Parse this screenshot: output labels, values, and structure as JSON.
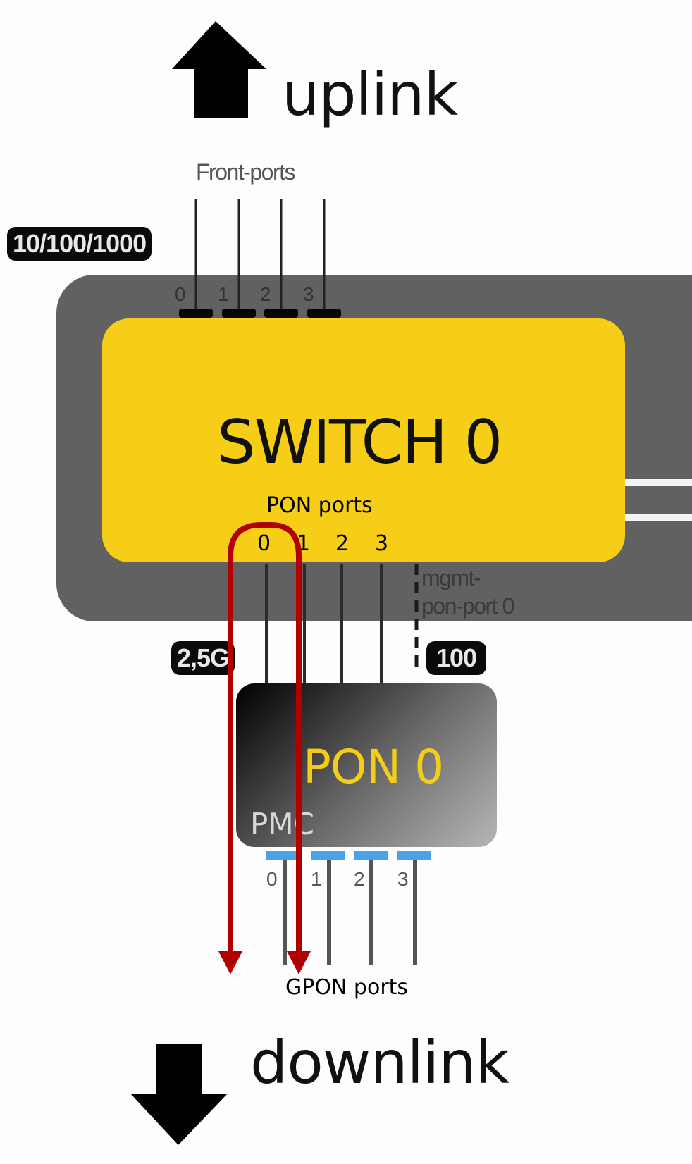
{
  "diagram": {
    "uplink_label": "uplink",
    "downlink_label": "downlink",
    "front_ports_label": "Front-ports",
    "front_speed_badge": "10/100/1000",
    "front_ports": [
      "0",
      "1",
      "2",
      "3"
    ],
    "switch_title": "SWITCH 0",
    "pon_ports_label": "PON ports",
    "pon_ports": [
      "0",
      "1",
      "2",
      "3"
    ],
    "mgmt_port_label_line1": "mgmt-",
    "mgmt_port_label_line2": "pon-port 0",
    "pon_speed_badge": "2,5G",
    "mgmt_speed_badge": "100",
    "pon_block_title": "PON 0",
    "pon_block_vendor": "PMC",
    "gpon_ports": [
      "0",
      "1",
      "2",
      "3"
    ],
    "gpon_ports_label": "GPON ports",
    "colors": {
      "switch_yellow": "#f6ce18",
      "chassis_gray": "#616161",
      "loop_arrow_red": "#b00000",
      "gpon_port_blue": "#4aa3e6",
      "pon_title_yellow": "#f3cd18"
    }
  }
}
